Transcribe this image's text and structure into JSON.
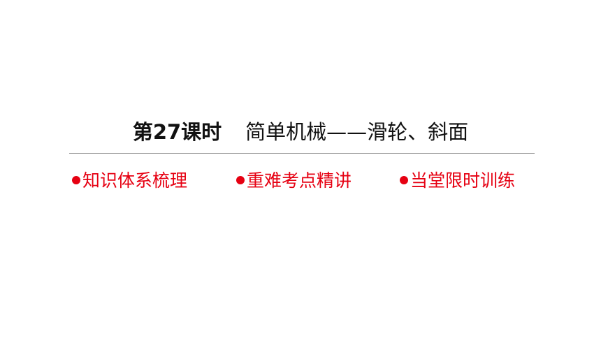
{
  "title": {
    "lesson_no": "第27课时",
    "topic": "简单机械——滑轮、斜面"
  },
  "sections": [
    {
      "label": "知识体系梳理"
    },
    {
      "label": "重难考点精讲"
    },
    {
      "label": "当堂限时训练"
    }
  ],
  "colors": {
    "accent": "#e60012",
    "text": "#111111",
    "divider": "#8c8c8c"
  }
}
